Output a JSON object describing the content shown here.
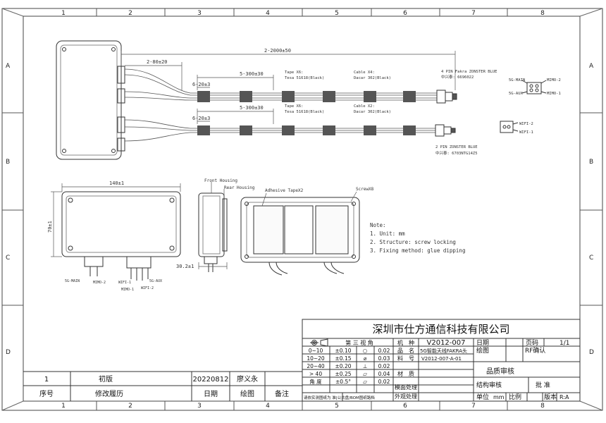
{
  "grid": {
    "columns": [
      "1",
      "2",
      "3",
      "4",
      "5",
      "6",
      "7",
      "8"
    ],
    "rows": [
      "A",
      "B",
      "C",
      "D"
    ]
  },
  "top_view": {
    "total_length": "2-2000±50",
    "branch_length": "2-80±20",
    "tape_spacing_1": "5-300±30",
    "tape_spacing_2": "5-300±30",
    "tape_offset_1": "6-20±3",
    "tape_offset_2": "6-20±3",
    "tape_label_1": "Tape X6:",
    "tape_spec_1": "Tesa 51618(Black)",
    "tape_label_2": "Tape X6:",
    "tape_spec_2": "Tesa 51618(Black)",
    "cable_label_1": "Cable X4:",
    "cable_spec_1": "Dacar 302(Black)",
    "cable_label_2": "Cable X2:",
    "cable_spec_2": "Dacar 302(Black)",
    "connector_4pin": "4 PIN Fakra ZONSTER BLUE",
    "connector_4pin_code": "中兴泰: 6696022",
    "connector_2pin": "2 PIN ZONSTER BLUE",
    "connector_2pin_code": "中兴泰: 6703NTG14Z5",
    "pin_labels_4": [
      "5G-MAIN",
      "5G-AUX",
      "MIMO-2",
      "MIMO-1"
    ],
    "pin_labels_2": [
      "WIFI-2",
      "WIFI-1"
    ]
  },
  "front_view": {
    "width_dim": "140±1",
    "height_dim": "70±1",
    "labels": [
      "5G-MAIN",
      "MIMO-2",
      "WIFI-1",
      "MIMO-1",
      "WIFI-2",
      "5G-AUX"
    ]
  },
  "side_view": {
    "front_housing": "Front Housing",
    "rear_housing": "Rear Housing",
    "depth_dim": "30.2±1"
  },
  "back_view": {
    "tape": "Adhesive TapeX2",
    "screw": "ScrewX8"
  },
  "notes": {
    "title": "Note:",
    "items": [
      "1. Unit: mm",
      "2. Structure: screw locking",
      "3. Fixing method: glue dipping"
    ]
  },
  "title_block": {
    "company": "深圳市仕方通信科技有限公司",
    "projection": "第 三 视 角",
    "tolerance_rows": [
      [
        "0~10",
        "±0.10",
        "○",
        "0.02"
      ],
      [
        "10~20",
        "±0.15",
        "⌀",
        "0.03"
      ],
      [
        "20~40",
        "±0.20",
        "⊥",
        "0.02"
      ],
      [
        "> 40",
        "±0.25",
        "▱",
        "0.04"
      ],
      [
        "角 度",
        "±0.5°",
        "▱",
        "0.02"
      ]
    ],
    "model_label": "机　种",
    "model_value": "V2012-007",
    "product_label": "品　名",
    "product_value": "5G智能天线FAKRA头",
    "part_label": "料　号",
    "part_value": "V2012-007-A-01",
    "material_label": "材　质",
    "mold_label": "模面处理",
    "surface_label": "外观处理",
    "date_label": "日期",
    "drawing_label": "绘图",
    "page_label": "页码",
    "page_value": "1/1",
    "rf_label": "RF确认",
    "quality_label": "品质审核",
    "structure_label": "结构审核",
    "approve_label": "批 准",
    "unit_label": "单位",
    "unit_value": "mm",
    "scale_label": "比例",
    "version_label": "版本",
    "version_value": "R:A",
    "footer_note": "请依实测图纸为 准|公共盘/BOM图纸路档"
  },
  "revision": {
    "row_no": "1",
    "row_desc": "初版",
    "row_date": "20220812",
    "row_author": "廖义永",
    "hdr_no": "序号",
    "hdr_desc": "修改履历",
    "hdr_date": "日期",
    "hdr_draw": "绘图",
    "hdr_note": "备注"
  }
}
